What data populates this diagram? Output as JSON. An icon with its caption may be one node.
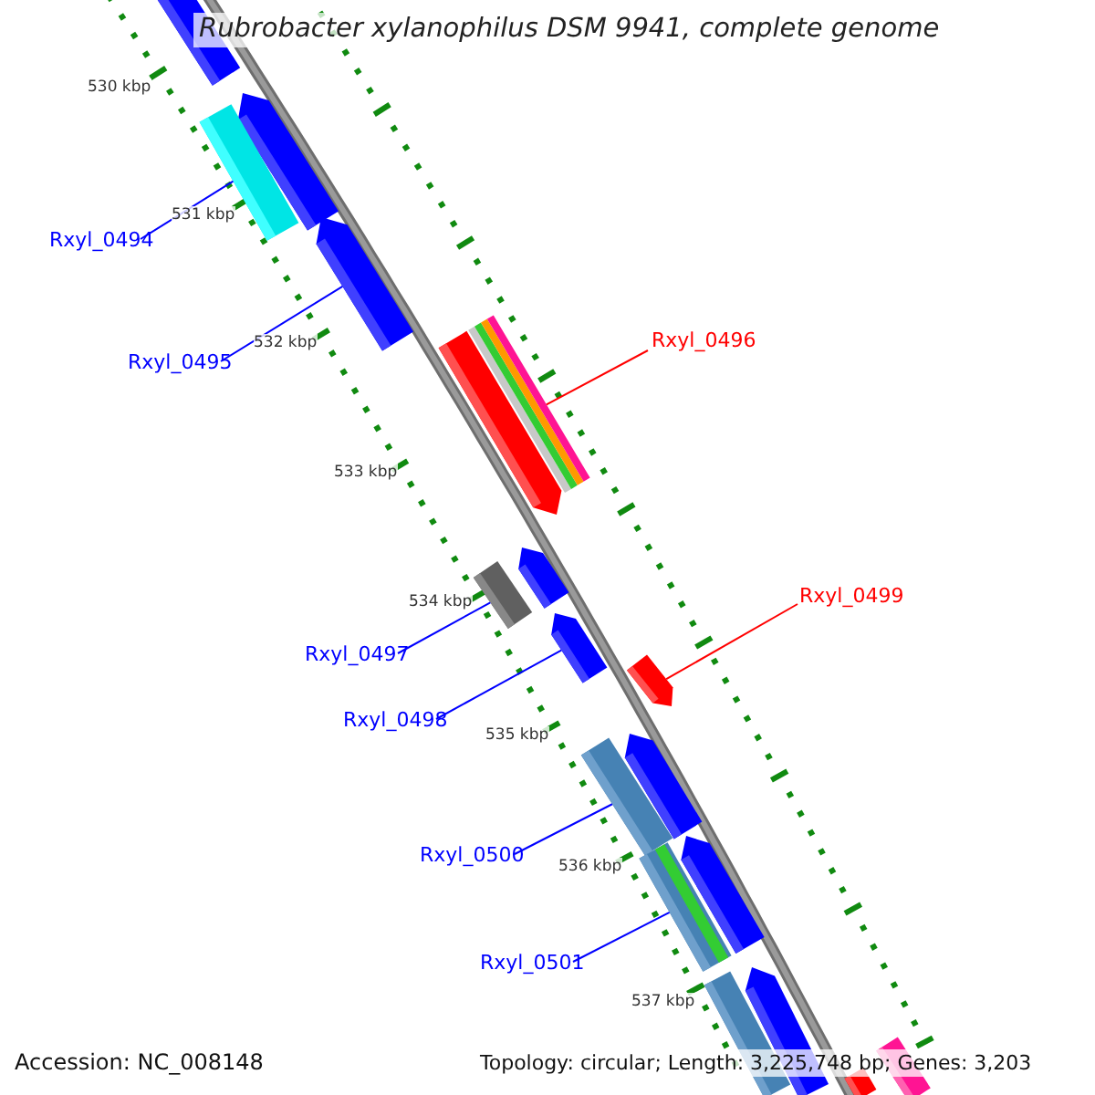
{
  "diagram": {
    "title": "Rubrobacter xylanophilus DSM 9941, complete genome",
    "nodes": [
      {
        "text": [
          "Rxyl_0494"
        ]
      },
      {
        "text": [
          "Rxyl_0496"
        ]
      },
      {
        "text": [
          "Rxyl_0495"
        ]
      },
      {
        "text": [
          "Rxyl_0499"
        ]
      },
      {
        "text": [
          "Rxyl_0497"
        ]
      },
      {
        "text": [
          "Rxyl_0498"
        ]
      },
      {
        "text": [
          "Rxyl_0500"
        ]
      },
      {
        "text": [
          "Rxyl_0501"
        ]
      },
      {
        "text": [],
        "shape": "bar"
      },
      {
        "text": [],
        "shape": "pentagon"
      },
      {
        "text": [],
        "shape": "bar"
      },
      {
        "text": [],
        "shape": "pentagon"
      },
      {
        "text": [],
        "shape": "pentagon"
      },
      {
        "text": [],
        "shape": "pentagon"
      },
      {
        "text": [],
        "shape": "bar"
      },
      {
        "text": [],
        "shape": "pentagon"
      },
      {
        "text": [],
        "shape": "pentagon"
      },
      {
        "text": [],
        "shape": "pentagon"
      },
      {
        "text": [],
        "shape": "bar"
      },
      {
        "text": [],
        "shape": "pentagon"
      },
      {
        "text": [],
        "shape": "bar"
      },
      {
        "text": [],
        "shape": "pentagon"
      },
      {
        "text": [],
        "shape": "bar"
      },
      {
        "text": [],
        "shape": "bar"
      },
      {
        "text": [],
        "shape": "bar"
      }
    ],
    "edges": [
      {
        "from": 0,
        "to": 10,
        "arrow": "none"
      },
      {
        "from": 1,
        "to": 12,
        "arrow": "none",
        "color": "#ff0000"
      },
      {
        "from": 2,
        "to": 11,
        "arrow": "none"
      },
      {
        "from": 3,
        "to": 16,
        "arrow": "none",
        "color": "#ff0000"
      },
      {
        "from": 4,
        "to": 14,
        "arrow": "none"
      },
      {
        "from": 5,
        "to": 15,
        "arrow": "none"
      },
      {
        "from": 6,
        "to": 18,
        "arrow": "none"
      },
      {
        "from": 7,
        "to": 20,
        "arrow": "none"
      }
    ],
    "labels": [
      "530 kbp",
      "531 kbp",
      "532 kbp",
      "533 kbp",
      "534 kbp",
      "535 kbp",
      "536 kbp",
      "537 kbp",
      "Accession: NC_008148",
      "Topology: circular; Length: 3,225,748 bp; Genes: 3,203"
    ]
  }
}
